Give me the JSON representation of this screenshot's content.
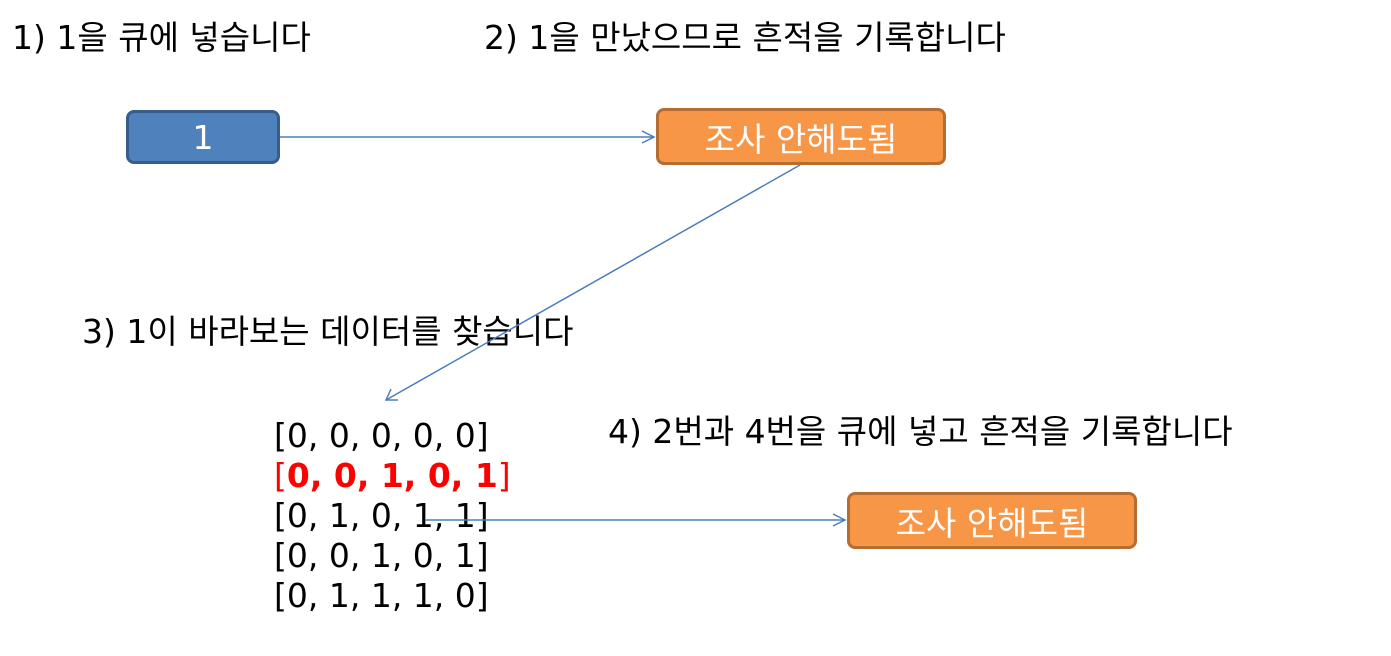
{
  "steps": {
    "step1": "1) 1을 큐에 넣습니다",
    "step2": "2) 1을 만났으므로 흔적을 기록합니다",
    "step3": "3) 1이 바라보는 데이터를 찾습니다",
    "step4": "4) 2번과 4번을 큐에 넣고 흔적을 기록합니다"
  },
  "nodes": {
    "queue_item": "1",
    "visit_mark_1": "조사 안해도됨",
    "visit_mark_2": "조사 안해도됨"
  },
  "matrix": {
    "rows": [
      "[0, 0, 0, 0, 0]",
      "0, 0, 1, 0, 1",
      "[0, 1, 0, 1, 1]",
      "[0, 0, 1, 0, 1]",
      "[0, 1, 1, 1, 0]"
    ],
    "highlighted_row_index": 1,
    "open_bracket": "[",
    "close_bracket": "]"
  },
  "colors": {
    "queue_box": "#4f81bd",
    "mark_box": "#f79646",
    "arrow": "#4a7ebb",
    "highlight_text": "#ff0000"
  }
}
